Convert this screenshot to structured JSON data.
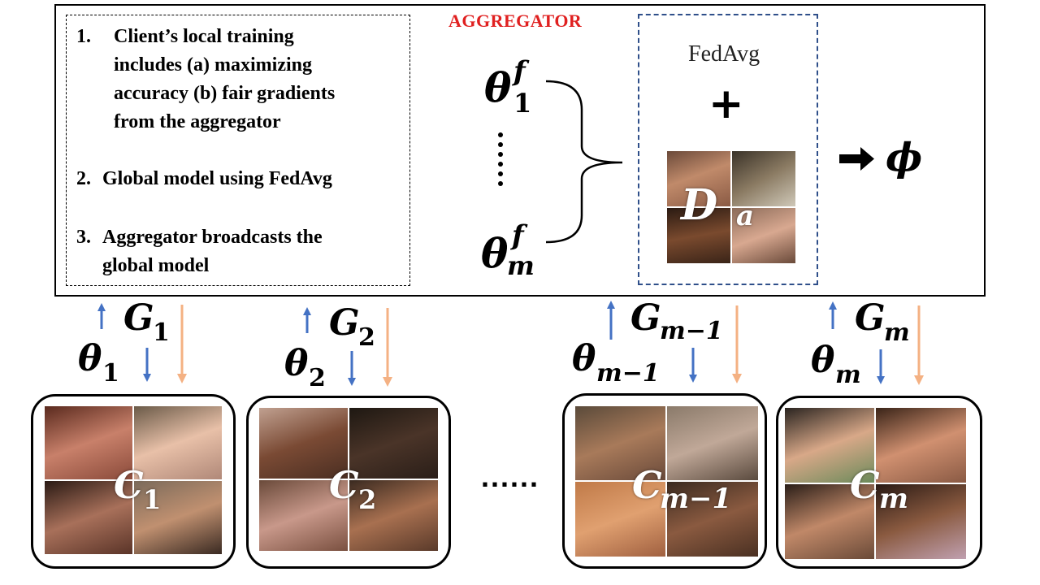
{
  "aggregator": {
    "title": "AGGREGATOR",
    "steps": [
      {
        "num": "1.",
        "lines": [
          "Client’s local training",
          "includes (a) maximizing",
          "accuracy (b) fair gradients",
          "from the aggregator"
        ]
      },
      {
        "num": "2.",
        "lines": [
          "Global model using FedAvg"
        ]
      },
      {
        "num": "3.",
        "lines": [
          "Aggregator broadcasts the",
          "global model"
        ]
      }
    ],
    "theta_top": {
      "base": "θ",
      "sup": "f",
      "sub": "1"
    },
    "theta_bottom": {
      "base": "θ",
      "sup": "f",
      "sub": "m"
    },
    "vertical_dots": "⋮",
    "fedavg_label": "FedAvg",
    "plus": "+",
    "dataset_label": {
      "base": "D",
      "sub": "a"
    },
    "output_arrow": "➡",
    "output_symbol": "ϕ"
  },
  "clients": [
    {
      "name": "client-1",
      "grad": {
        "base": "G",
        "sub": "1"
      },
      "param": {
        "base": "θ",
        "sub": "1"
      },
      "label": {
        "base": "C",
        "sub": "1"
      }
    },
    {
      "name": "client-2",
      "grad": {
        "base": "G",
        "sub": "2"
      },
      "param": {
        "base": "θ",
        "sub": "2"
      },
      "label": {
        "base": "C",
        "sub": "2"
      }
    },
    {
      "name": "client-m-1",
      "grad": {
        "base": "G",
        "sub": "m−1"
      },
      "param": {
        "base": "θ",
        "sub": "m−1"
      },
      "label": {
        "base": "C",
        "sub": "m−1"
      }
    },
    {
      "name": "client-m",
      "grad": {
        "base": "G",
        "sub": "m"
      },
      "param": {
        "base": "θ",
        "sub": "m"
      },
      "label": {
        "base": "C",
        "sub": "m"
      }
    }
  ],
  "client_ellipsis": "......",
  "colors": {
    "title_red": "#e02020",
    "up_arrow_blue": "#4472c4",
    "down_arrow_blue": "#4472c4",
    "down_arrow_orange": "#f4b183",
    "fedavg_box_border": "#2f4f8a"
  }
}
